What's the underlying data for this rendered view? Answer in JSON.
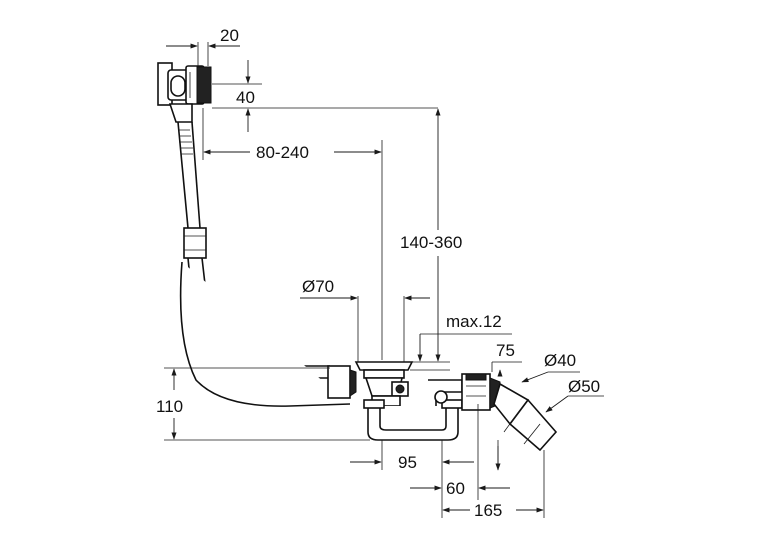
{
  "dimensions": {
    "d20": "20",
    "d40": "40",
    "d80_240": "80-240",
    "d140_360": "140-360",
    "d70": "Ø70",
    "max12": "max.12",
    "d75": "75",
    "d40b": "Ø40",
    "d50": "Ø50",
    "d110": "110",
    "d95": "95",
    "d60": "60",
    "d165": "165"
  },
  "colors": {
    "line": "#111111",
    "background": "#ffffff"
  }
}
